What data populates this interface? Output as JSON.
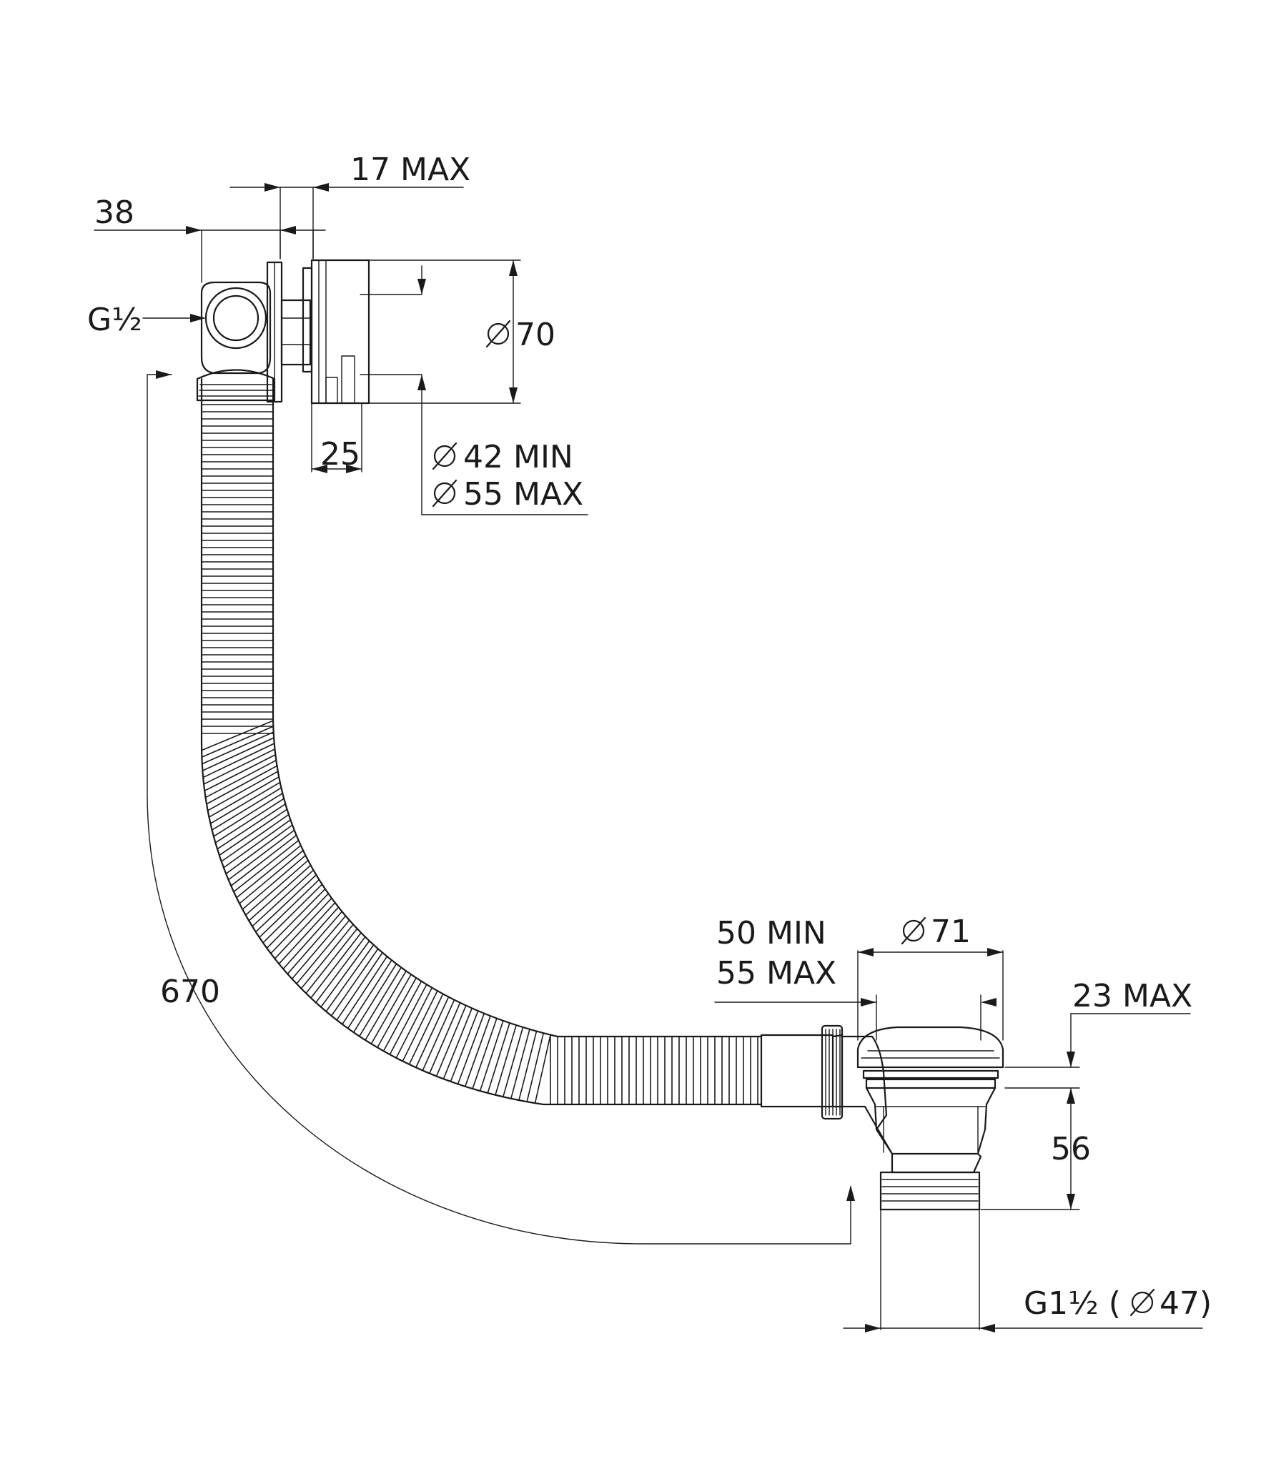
{
  "labels": {
    "dim_17_max": "17 MAX",
    "dim_38": "38",
    "thread_inlet": "G½",
    "dia_70": "70",
    "dim_25": "25",
    "dia_42_min": "42 MIN",
    "dia_55_max": "55 MAX",
    "length_670": "670",
    "range_line1": "50 MIN",
    "range_line2": "55 MAX",
    "dia_71": "71",
    "dim_23_max": "23 MAX",
    "dim_56": "56",
    "thread_outlet_prefix": "G1½ (",
    "thread_outlet_dia": "47)"
  },
  "symbols": {
    "diameter": "diameter-symbol"
  }
}
